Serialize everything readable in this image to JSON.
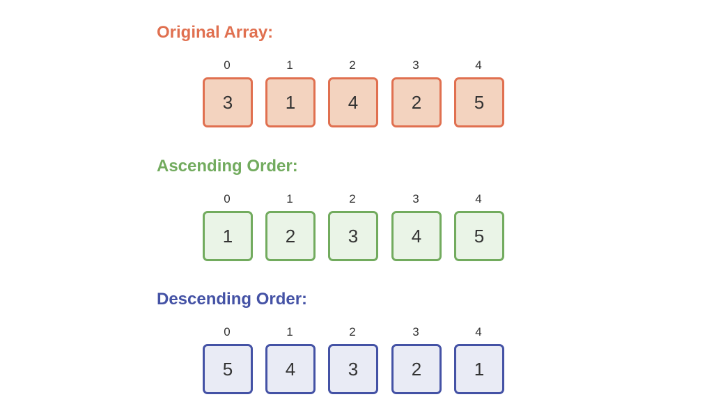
{
  "sections": [
    {
      "title": "Original Array:",
      "color": "#e07050",
      "fill": "#f3d3bf",
      "indices": [
        "0",
        "1",
        "2",
        "3",
        "4"
      ],
      "values": [
        "3",
        "1",
        "4",
        "2",
        "5"
      ]
    },
    {
      "title": "Ascending Order:",
      "color": "#72ab5e",
      "fill": "#eaf4e7",
      "indices": [
        "0",
        "1",
        "2",
        "3",
        "4"
      ],
      "values": [
        "1",
        "2",
        "3",
        "4",
        "5"
      ]
    },
    {
      "title": "Descending Order:",
      "color": "#4452a5",
      "fill": "#e9ebf5",
      "indices": [
        "0",
        "1",
        "2",
        "3",
        "4"
      ],
      "values": [
        "5",
        "4",
        "3",
        "2",
        "1"
      ]
    }
  ]
}
